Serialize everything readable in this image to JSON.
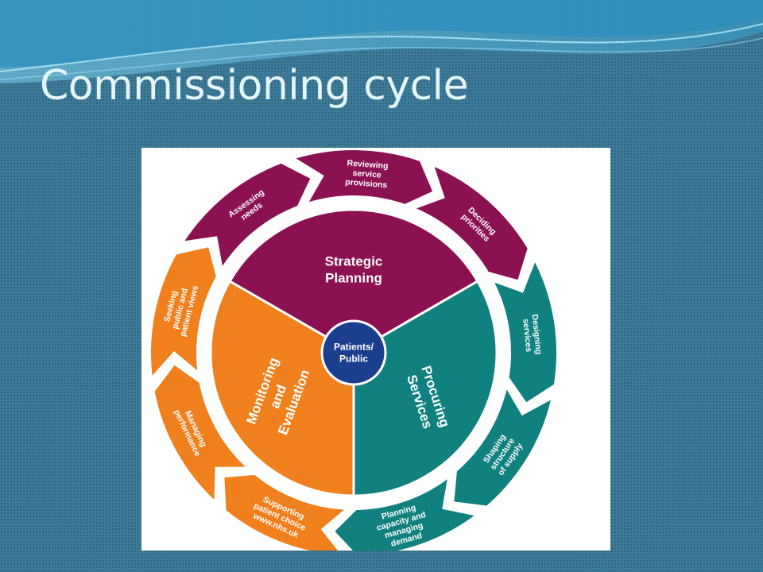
{
  "title": "Commissioning cycle",
  "diagram": {
    "center": [
      "Patients/",
      "Public"
    ],
    "sectors": [
      {
        "lines": [
          "Strategic",
          "Planning"
        ],
        "color": "#8b1152"
      },
      {
        "lines": [
          "Procuring",
          "Services"
        ],
        "color": "#118180"
      },
      {
        "lines": [
          "Monitoring",
          "and",
          "Evaluation"
        ],
        "color": "#f0801d"
      }
    ],
    "steps": [
      {
        "lines": [
          "Reviewing",
          "service",
          "provisions"
        ],
        "color": "#8b1152"
      },
      {
        "lines": [
          "Deciding",
          "priorities"
        ],
        "color": "#8b1152"
      },
      {
        "lines": [
          "Designing",
          "services"
        ],
        "color": "#118180"
      },
      {
        "lines": [
          "Shaping",
          "structure",
          "of supply"
        ],
        "color": "#118180"
      },
      {
        "lines": [
          "Planning",
          "capacity and",
          "managing",
          "demand"
        ],
        "color": "#118180"
      },
      {
        "lines": [
          "Supporting",
          "patient choice",
          "www.nhs.uk"
        ],
        "color": "#f0801d"
      },
      {
        "lines": [
          "Managing",
          "performance"
        ],
        "color": "#f0801d"
      },
      {
        "lines": [
          "Seeking",
          "public and",
          "patient views"
        ],
        "color": "#f0801d"
      },
      {
        "lines": [
          "Assessing",
          "needs"
        ],
        "color": "#8b1152"
      }
    ]
  }
}
